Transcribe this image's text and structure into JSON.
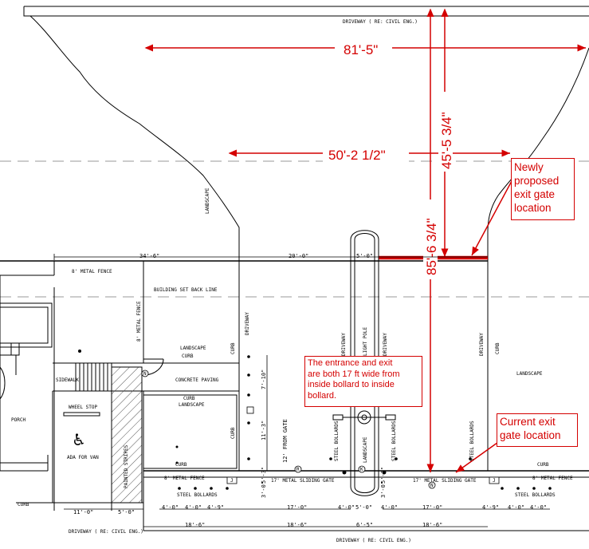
{
  "colors": {
    "markup_red": "#d40000",
    "linework": "#000000",
    "hatch": "#555555"
  },
  "red_dimensions": {
    "overall_width": "81'-5\"",
    "gate_offset": "50'-2 1/2\"",
    "depth_upper": "45'-5 3/4\"",
    "depth_total": "85'-6 3/4\""
  },
  "callouts": {
    "new_gate": {
      "lines": [
        "Newly",
        "proposed",
        "exit gate",
        "location"
      ]
    },
    "width_note": {
      "lines": [
        "The entrance and exit",
        "are both 17 ft wide from",
        "inside bollard to inside",
        "bollard."
      ]
    },
    "current_gate": {
      "lines": [
        "Current exit",
        "gate location"
      ]
    }
  },
  "plan_labels": {
    "driveway_top": "DRIVEWAY ( RE: CIVIL ENG.)",
    "driveway_bottom_left": "DRIVEWAY ( RE: CIVIL ENG.)",
    "driveway_bottom_center": "DRIVEWAY ( RE: CIVIL ENG.)",
    "landscape": "LANDSCAPE",
    "metal_fence_8": "8' METAL FENCE",
    "building_setback": "BUILDING SET BACK LINE",
    "concrete_paving": "CONCRETE PAVING",
    "curb": "CURB",
    "sidewalk": "SIDEWALK",
    "wheel_stop": "WHEEL STOP",
    "porch": "PORCH",
    "ada_van": "ADA FOR VAN",
    "painted_stripes": "PAINTED STRIPES",
    "steel_bollards": "STEEL BOLLARDS",
    "sliding_gate_17": "17' METAL SLIDING GATE",
    "driveway": "DRIVEWAY",
    "light_pole": "LIGHT POLE",
    "from_gate_12": "12' FROM GATE",
    "access_symbol": "♿"
  },
  "dimensions": {
    "d34_6": "34'-6\"",
    "d20_0": "20'-0\"",
    "d5_0": "5'-0\"",
    "d7_10": "7'-10\"",
    "d11_3": "11'-3\"",
    "d5_3": "5'-3\"",
    "d3_0": "3'-0\"",
    "d4_0": "4'-0\"",
    "d4_9": "4'-9\"",
    "d17_0": "17'-0\"",
    "d11_0": "11'-0\"",
    "d18_6": "18'-6\"",
    "d6_5": "6'-5\""
  },
  "markers": {
    "n": "N",
    "r": "R",
    "k": "K",
    "j": "J"
  }
}
